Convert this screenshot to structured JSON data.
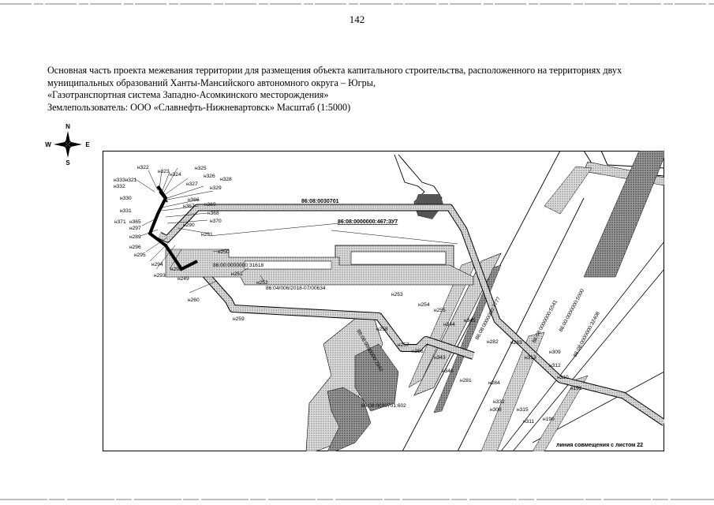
{
  "page_number": "142",
  "caption": {
    "line1": "Основная часть проекта межевания территории для размещения объекта капитального строительства, расположенного на территориях двух",
    "line2": "муниципальных образований Ханты-Мансийского автономного округа – Югры,",
    "line3": "«Газотранспортная система Западно-Асомкинского месторождения»",
    "line4": "Землепользователь: ООО «Славнефть-Нижневартовск» Масштаб (1:5000)"
  },
  "compass": {
    "n": "N",
    "s": "S",
    "w": "W",
    "e": "E"
  },
  "map": {
    "block_label": "86:08:0030701",
    "plot_label": "86:08:0000000:467:ЗУ7",
    "plot_color": "#000000",
    "cadastral": [
      "86:00:0000000:31618",
      "86:04/006/2018-07/00634",
      "86:08:0000000:7777",
      "86:08:0000000:2942",
      "86:08:0000000:5541",
      "86:00:0000000:5000",
      "86:08:0000000:32408",
      "86:08:0030701:602"
    ],
    "points": {
      "n322": "н322",
      "n323": "н323",
      "n324": "н324",
      "n325": "н325",
      "n326": "н326",
      "n327": "н327",
      "n328": "н328",
      "n329": "н329",
      "n333n321": "н333н321",
      "n332": "н332",
      "n330": "н330",
      "n331": "н331",
      "n366": "н366",
      "n367": "н367",
      "n369": "н369",
      "n368": "н368",
      "n370": "н370",
      "n365": "н365",
      "n371": "н371",
      "n297": "н297",
      "n290": "н290",
      "n289": "н289",
      "n291": "н291",
      "n296": "н296",
      "n295": "н295",
      "n250": "н250",
      "n294": "н294",
      "n292": "н292",
      "n293": "н293",
      "n249": "н249",
      "n251": "н251",
      "n252": "н252",
      "n260": "н260",
      "n253": "н253",
      "n259": "н259",
      "n254": "н254",
      "n255": "н255",
      "n344": "н344",
      "n345": "н345",
      "n258": "н258",
      "n257": "н257",
      "n256": "н256",
      "n343": "н343",
      "n346": "н346",
      "n282": "н282",
      "n281": "н281",
      "n283": "н283",
      "n313": "н313",
      "n309": "н309",
      "n312": "н312",
      "n310": "н310",
      "n284": "н284",
      "n191": "н191",
      "n332b": "н332",
      "n308": "н308",
      "n315": "н315",
      "n311": "н311",
      "n190": "н190"
    },
    "match_line": "линия совмещения с листом 22"
  }
}
